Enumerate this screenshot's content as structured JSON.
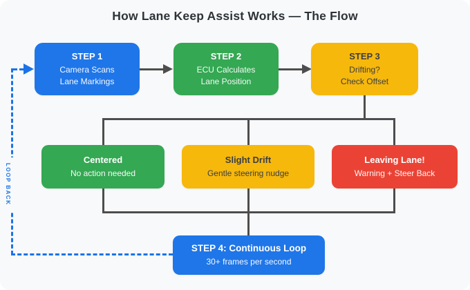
{
  "title": "How Lane Keep Assist Works — The Flow",
  "loop_label": "LOOP BACK",
  "colors": {
    "blue": "#1f76e8",
    "green": "#34a853",
    "amber": "#f7b80c",
    "red": "#ea4335",
    "connector": "#4d4d4d",
    "loop": "#1a73e8",
    "canvas_bg": "#f8f9fa",
    "title_text": "#2e3338",
    "dark_text": "#3a3e42"
  },
  "nodes": {
    "step1": {
      "title": "STEP 1",
      "lines": [
        "Camera Scans",
        "Lane Markings"
      ]
    },
    "step2": {
      "title": "STEP 2",
      "lines": [
        "ECU Calculates",
        "Lane Position"
      ]
    },
    "step3": {
      "title": "STEP 3",
      "lines": [
        "Drifting?",
        "Check Offset"
      ]
    },
    "centered": {
      "title": "Centered",
      "lines": [
        "No action needed"
      ]
    },
    "slight_drift": {
      "title": "Slight Drift",
      "lines": [
        "Gentle steering nudge"
      ]
    },
    "leaving_lane": {
      "title": "Leaving Lane!",
      "lines": [
        "Warning + Steer Back"
      ]
    },
    "step4": {
      "title": "STEP 4: Continuous Loop",
      "lines": [
        "30+ frames per second"
      ]
    }
  }
}
